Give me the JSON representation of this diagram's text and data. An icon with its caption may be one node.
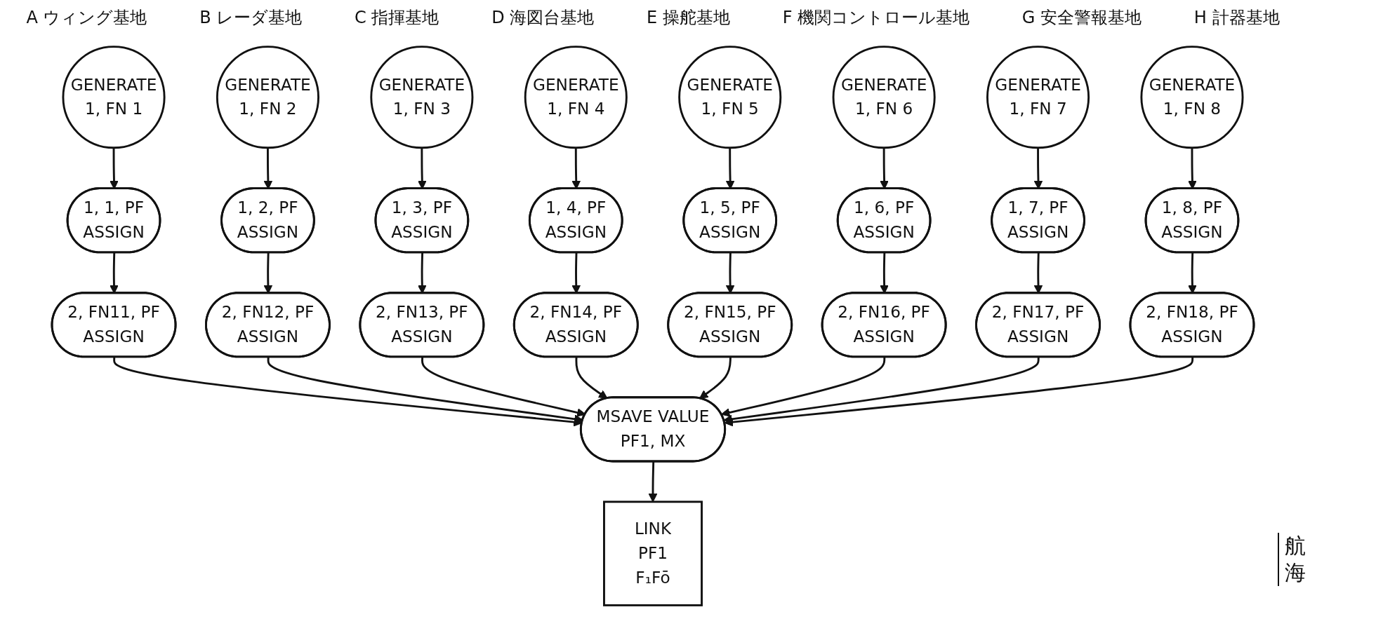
{
  "diagram": {
    "nodes": [
      {
        "text": [
          "GENERATE",
          "1, FN 1"
        ]
      },
      {
        "text": [
          "1, 1, PF",
          "ASSIGN"
        ]
      },
      {
        "text": [
          "2, FN11, PF",
          "ASSIGN"
        ]
      },
      {
        "text": [
          "GENERATE",
          "1, FN 2"
        ]
      },
      {
        "text": [
          "1, 2, PF",
          "ASSIGN"
        ]
      },
      {
        "text": [
          "2, FN12, PF",
          "ASSIGN"
        ]
      },
      {
        "text": [
          "GENERATE",
          "1, FN 3"
        ]
      },
      {
        "text": [
          "1, 3, PF",
          "ASSIGN"
        ]
      },
      {
        "text": [
          "2, FN13, PF",
          "ASSIGN"
        ]
      },
      {
        "text": [
          "GENERATE",
          "1, FN 4"
        ]
      },
      {
        "text": [
          "1, 4, PF",
          "ASSIGN"
        ]
      },
      {
        "text": [
          "2, FN14, PF",
          "ASSIGN"
        ]
      },
      {
        "text": [
          "GENERATE",
          "1, FN 5"
        ]
      },
      {
        "text": [
          "1, 5, PF",
          "ASSIGN"
        ]
      },
      {
        "text": [
          "2, FN15, PF",
          "ASSIGN"
        ]
      },
      {
        "text": [
          "GENERATE",
          "1, FN 6"
        ]
      },
      {
        "text": [
          "1, 6, PF",
          "ASSIGN"
        ]
      },
      {
        "text": [
          "2, FN16, PF",
          "ASSIGN"
        ]
      },
      {
        "text": [
          "GENERATE",
          "1, FN 7"
        ]
      },
      {
        "text": [
          "1, 7, PF",
          "ASSIGN"
        ]
      },
      {
        "text": [
          "2, FN17, PF",
          "ASSIGN"
        ]
      },
      {
        "text": [
          "GENERATE",
          "1, FN 8"
        ]
      },
      {
        "text": [
          "1, 8, PF",
          "ASSIGN"
        ]
      },
      {
        "text": [
          "2, FN18, PF",
          "ASSIGN"
        ]
      },
      {
        "text": [
          "MSAVE VALUE",
          "PF1, MX"
        ]
      },
      {
        "text": [
          "LINK",
          "PF1",
          "F₁Fō"
        ]
      }
    ],
    "edges": [
      {
        "from": 0,
        "to": 1,
        "arrow": "to"
      },
      {
        "from": 1,
        "to": 2,
        "arrow": "to"
      },
      {
        "from": 3,
        "to": 4,
        "arrow": "to"
      },
      {
        "from": 4,
        "to": 5,
        "arrow": "to"
      },
      {
        "from": 6,
        "to": 7,
        "arrow": "to"
      },
      {
        "from": 7,
        "to": 8,
        "arrow": "to"
      },
      {
        "from": 9,
        "to": 10,
        "arrow": "to"
      },
      {
        "from": 10,
        "to": 11,
        "arrow": "to"
      },
      {
        "from": 12,
        "to": 13,
        "arrow": "to"
      },
      {
        "from": 13,
        "to": 14,
        "arrow": "to"
      },
      {
        "from": 15,
        "to": 16,
        "arrow": "to"
      },
      {
        "from": 16,
        "to": 17,
        "arrow": "to"
      },
      {
        "from": 18,
        "to": 19,
        "arrow": "to"
      },
      {
        "from": 19,
        "to": 20,
        "arrow": "to"
      },
      {
        "from": 21,
        "to": 22,
        "arrow": "to"
      },
      {
        "from": 22,
        "to": 23,
        "arrow": "to"
      },
      {
        "from": 2,
        "to": 24,
        "arrow": "to"
      },
      {
        "from": 5,
        "to": 24,
        "arrow": "to"
      },
      {
        "from": 8,
        "to": 24,
        "arrow": "to"
      },
      {
        "from": 11,
        "to": 24,
        "arrow": "to"
      },
      {
        "from": 14,
        "to": 24,
        "arrow": "to"
      },
      {
        "from": 17,
        "to": 24,
        "arrow": "to"
      },
      {
        "from": 20,
        "to": 24,
        "arrow": "to"
      },
      {
        "from": 23,
        "to": 24,
        "arrow": "to"
      },
      {
        "from": 24,
        "to": 25,
        "arrow": "to"
      }
    ],
    "labels": [
      "A ウィング基地",
      "B レーダ基地",
      "C 指揮基地",
      "D 海図台基地",
      "E 操舵基地",
      "F 機関コントロール基地",
      "G 安全警報基地",
      "H 計器基地",
      "航海"
    ]
  }
}
